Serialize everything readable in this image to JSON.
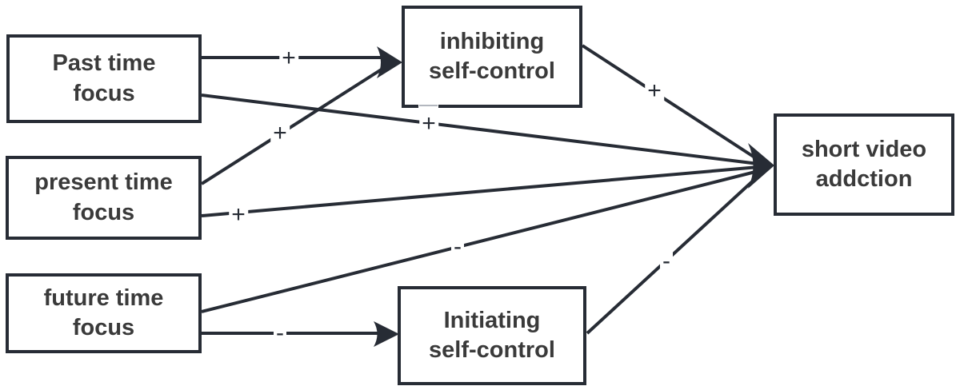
{
  "figure": {
    "type": "path-diagram",
    "background": "#ffffff",
    "colors": {
      "line": "#272c35",
      "text": "#3a3a3a",
      "notch": "#b3b7bf",
      "background": "#ffffff"
    },
    "nodes": {
      "past": {
        "label": "Past time focus",
        "lines": [
          "Past time",
          "focus"
        ]
      },
      "present": {
        "label": "present time focus",
        "lines": [
          "present time",
          "focus"
        ]
      },
      "future": {
        "label": "future time focus",
        "lines": [
          "future time",
          "focus"
        ]
      },
      "inhibiting": {
        "label": "inhibiting self-control",
        "lines": [
          "inhibiting",
          "self-control"
        ]
      },
      "initiating": {
        "label": "Initiating self-control",
        "lines": [
          "Initiating",
          "self-control"
        ]
      },
      "addiction": {
        "label": "short video addction",
        "lines": [
          "short video",
          "addction"
        ]
      }
    },
    "edges": [
      {
        "from": "Past time focus",
        "to": "inhibiting self-control",
        "sign": "+"
      },
      {
        "from": "present time focus",
        "to": "inhibiting self-control",
        "sign": "+"
      },
      {
        "from": "Past time focus",
        "to": "short video addction",
        "sign": "+"
      },
      {
        "from": "present time focus",
        "to": "short video addction",
        "sign": "+"
      },
      {
        "from": "future time focus",
        "to": "short video addction",
        "sign": "-"
      },
      {
        "from": "future time focus",
        "to": "Initiating self-control",
        "sign": "-"
      },
      {
        "from": "inhibiting self-control",
        "to": "short video addction",
        "sign": "+"
      },
      {
        "from": "Initiating self-control",
        "to": "short video addction",
        "sign": "-"
      }
    ]
  }
}
